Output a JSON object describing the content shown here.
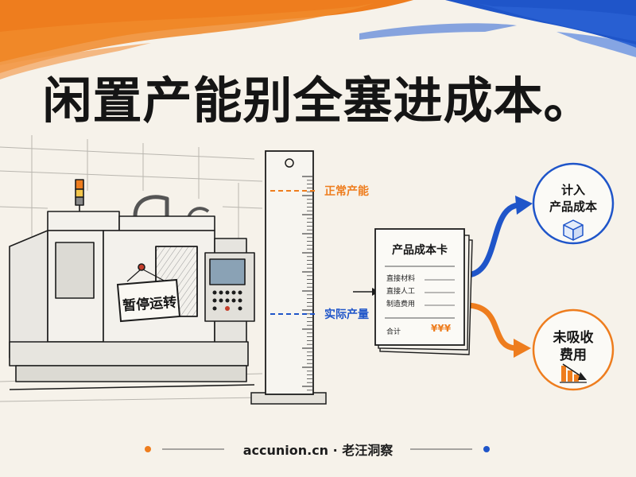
{
  "title": "闲置产能别全塞进成本。",
  "machine": {
    "sign": "暂停运转"
  },
  "ruler": {
    "normal_capacity": "正常产能",
    "actual_output": "实际产量"
  },
  "cost_card": {
    "title": "产品成本卡",
    "items": [
      "直接材料",
      "直接人工",
      "制造费用"
    ],
    "total_label": "合计",
    "total_value": "¥¥¥"
  },
  "outcomes": {
    "into_cost": [
      "计入",
      "产品成本"
    ],
    "unabsorbed": [
      "未吸收",
      "费用"
    ]
  },
  "footer": {
    "text": "accunion.cn · 老汪洞察"
  },
  "colors": {
    "orange": "#ee7d1e",
    "blue": "#1f55c9",
    "ink": "#1a1a1a",
    "paper": "#f6f2ea"
  },
  "icons": {
    "into_cost": "box-icon",
    "unabsorbed": "declining-bar-chart-icon"
  }
}
